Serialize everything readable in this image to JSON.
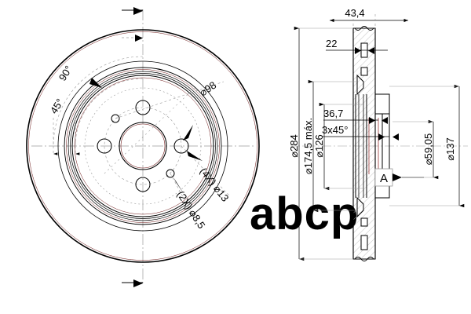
{
  "drawing": {
    "title": "Brake disc technical drawing",
    "background_color": "#ffffff",
    "line_color": "#000000",
    "construction_color": "#9a9a9a",
    "red_detail_color": "#8a1f1f",
    "watermark": {
      "text": "abcp",
      "color": "#d0d4d8"
    },
    "views": [
      {
        "name": "front-view",
        "label": ""
      },
      {
        "name": "section-view",
        "label": ""
      }
    ]
  },
  "front_view": {
    "name": "front-view",
    "angle_labels": [
      {
        "id": "angle-90",
        "text": "90°"
      },
      {
        "id": "angle-45",
        "text": "45°"
      }
    ],
    "diameter_labels": [
      {
        "id": "dia-98",
        "text": "⌀98"
      },
      {
        "id": "dia-13",
        "text": "(4X) ⌀13"
      },
      {
        "id": "dia-85",
        "text": "(2X) ⌀8,5"
      }
    ]
  },
  "section_view": {
    "name": "section-view",
    "width_dim": "43,4",
    "slot_dim": "22",
    "dims": [
      {
        "id": "dim-36-7",
        "text": "36,7"
      },
      {
        "id": "dim-chamfer",
        "text": "3x45°"
      }
    ],
    "left_dims": [
      {
        "id": "dia-284",
        "text": "⌀284"
      },
      {
        "id": "dia-174-5",
        "text": "⌀174,5 máx."
      },
      {
        "id": "dia-126",
        "text": "⌀126"
      }
    ],
    "right_dims": [
      {
        "id": "dia-59-05",
        "text": "⌀59,05"
      },
      {
        "id": "dia-137",
        "text": "⌀137"
      }
    ],
    "detail_marker": "A"
  }
}
